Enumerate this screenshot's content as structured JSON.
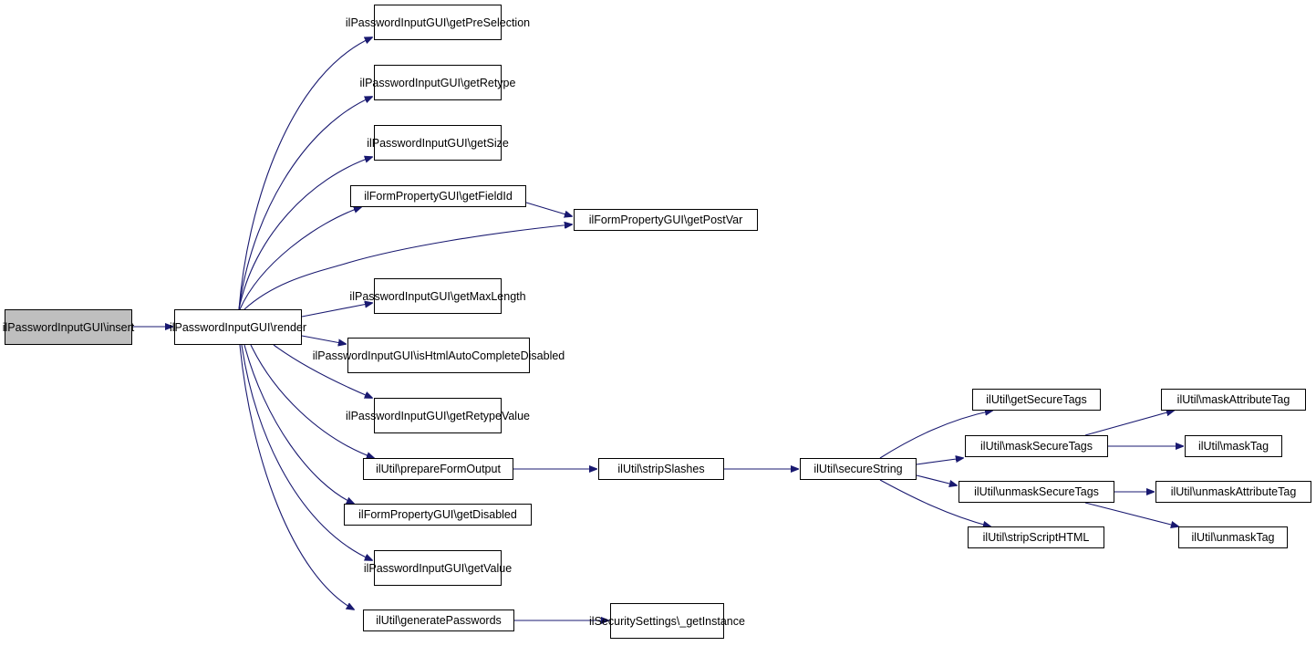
{
  "colors": {
    "edge": "#191970",
    "root_fill": "#bfbfbf",
    "node_fill": "#ffffff",
    "border": "#000000"
  },
  "nodes": {
    "insert": {
      "line1": "ilPasswordInputGUI",
      "line2": "\\insert"
    },
    "render": {
      "line1": "ilPasswordInputGUI",
      "line2": "\\render"
    },
    "getPreSelection": {
      "line1": "ilPasswordInputGUI",
      "line2": "\\getPreSelection"
    },
    "getRetype": {
      "line1": "ilPasswordInputGUI",
      "line2": "\\getRetype"
    },
    "getSize": {
      "line1": "ilPasswordInputGUI",
      "line2": "\\getSize"
    },
    "getFieldId": {
      "line1": "ilFormPropertyGUI\\getFieldId"
    },
    "getPostVar": {
      "line1": "ilFormPropertyGUI\\getPostVar"
    },
    "getMaxLength": {
      "line1": "ilPasswordInputGUI",
      "line2": "\\getMaxLength"
    },
    "isHtmlAutoCompleteDisabled": {
      "line1": "ilPasswordInputGUI",
      "line2": "\\isHtmlAutoCompleteDisabled"
    },
    "getRetypeValue": {
      "line1": "ilPasswordInputGUI",
      "line2": "\\getRetypeValue"
    },
    "prepareFormOutput": {
      "line1": "ilUtil\\prepareFormOutput"
    },
    "getDisabled": {
      "line1": "ilFormPropertyGUI\\getDisabled"
    },
    "getValue": {
      "line1": "ilPasswordInputGUI",
      "line2": "\\getValue"
    },
    "generatePasswords": {
      "line1": "ilUtil\\generatePasswords"
    },
    "stripSlashes": {
      "line1": "ilUtil\\stripSlashes"
    },
    "getInstance": {
      "line1": "ilSecuritySettings",
      "line2": "\\_getInstance"
    },
    "secureString": {
      "line1": "ilUtil\\secureString"
    },
    "getSecureTags": {
      "line1": "ilUtil\\getSecureTags"
    },
    "maskSecureTags": {
      "line1": "ilUtil\\maskSecureTags"
    },
    "unmaskSecureTags": {
      "line1": "ilUtil\\unmaskSecureTags"
    },
    "stripScriptHTML": {
      "line1": "ilUtil\\stripScriptHTML"
    },
    "maskAttributeTag": {
      "line1": "ilUtil\\maskAttributeTag"
    },
    "maskTag": {
      "line1": "ilUtil\\maskTag"
    },
    "unmaskAttributeTag": {
      "line1": "ilUtil\\unmaskAttributeTag"
    },
    "unmaskTag": {
      "line1": "ilUtil\\unmaskTag"
    }
  },
  "edges": [
    [
      "insert",
      "render"
    ],
    [
      "render",
      "getPreSelection"
    ],
    [
      "render",
      "getRetype"
    ],
    [
      "render",
      "getSize"
    ],
    [
      "render",
      "getFieldId"
    ],
    [
      "render",
      "getPostVar"
    ],
    [
      "getFieldId",
      "getPostVar"
    ],
    [
      "render",
      "getMaxLength"
    ],
    [
      "render",
      "isHtmlAutoCompleteDisabled"
    ],
    [
      "render",
      "getRetypeValue"
    ],
    [
      "render",
      "prepareFormOutput"
    ],
    [
      "render",
      "getDisabled"
    ],
    [
      "render",
      "getValue"
    ],
    [
      "render",
      "generatePasswords"
    ],
    [
      "prepareFormOutput",
      "stripSlashes"
    ],
    [
      "stripSlashes",
      "secureString"
    ],
    [
      "generatePasswords",
      "getInstance"
    ],
    [
      "secureString",
      "getSecureTags"
    ],
    [
      "secureString",
      "maskSecureTags"
    ],
    [
      "secureString",
      "unmaskSecureTags"
    ],
    [
      "secureString",
      "stripScriptHTML"
    ],
    [
      "maskSecureTags",
      "maskAttributeTag"
    ],
    [
      "maskSecureTags",
      "maskTag"
    ],
    [
      "unmaskSecureTags",
      "unmaskAttributeTag"
    ],
    [
      "unmaskSecureTags",
      "unmaskTag"
    ]
  ]
}
